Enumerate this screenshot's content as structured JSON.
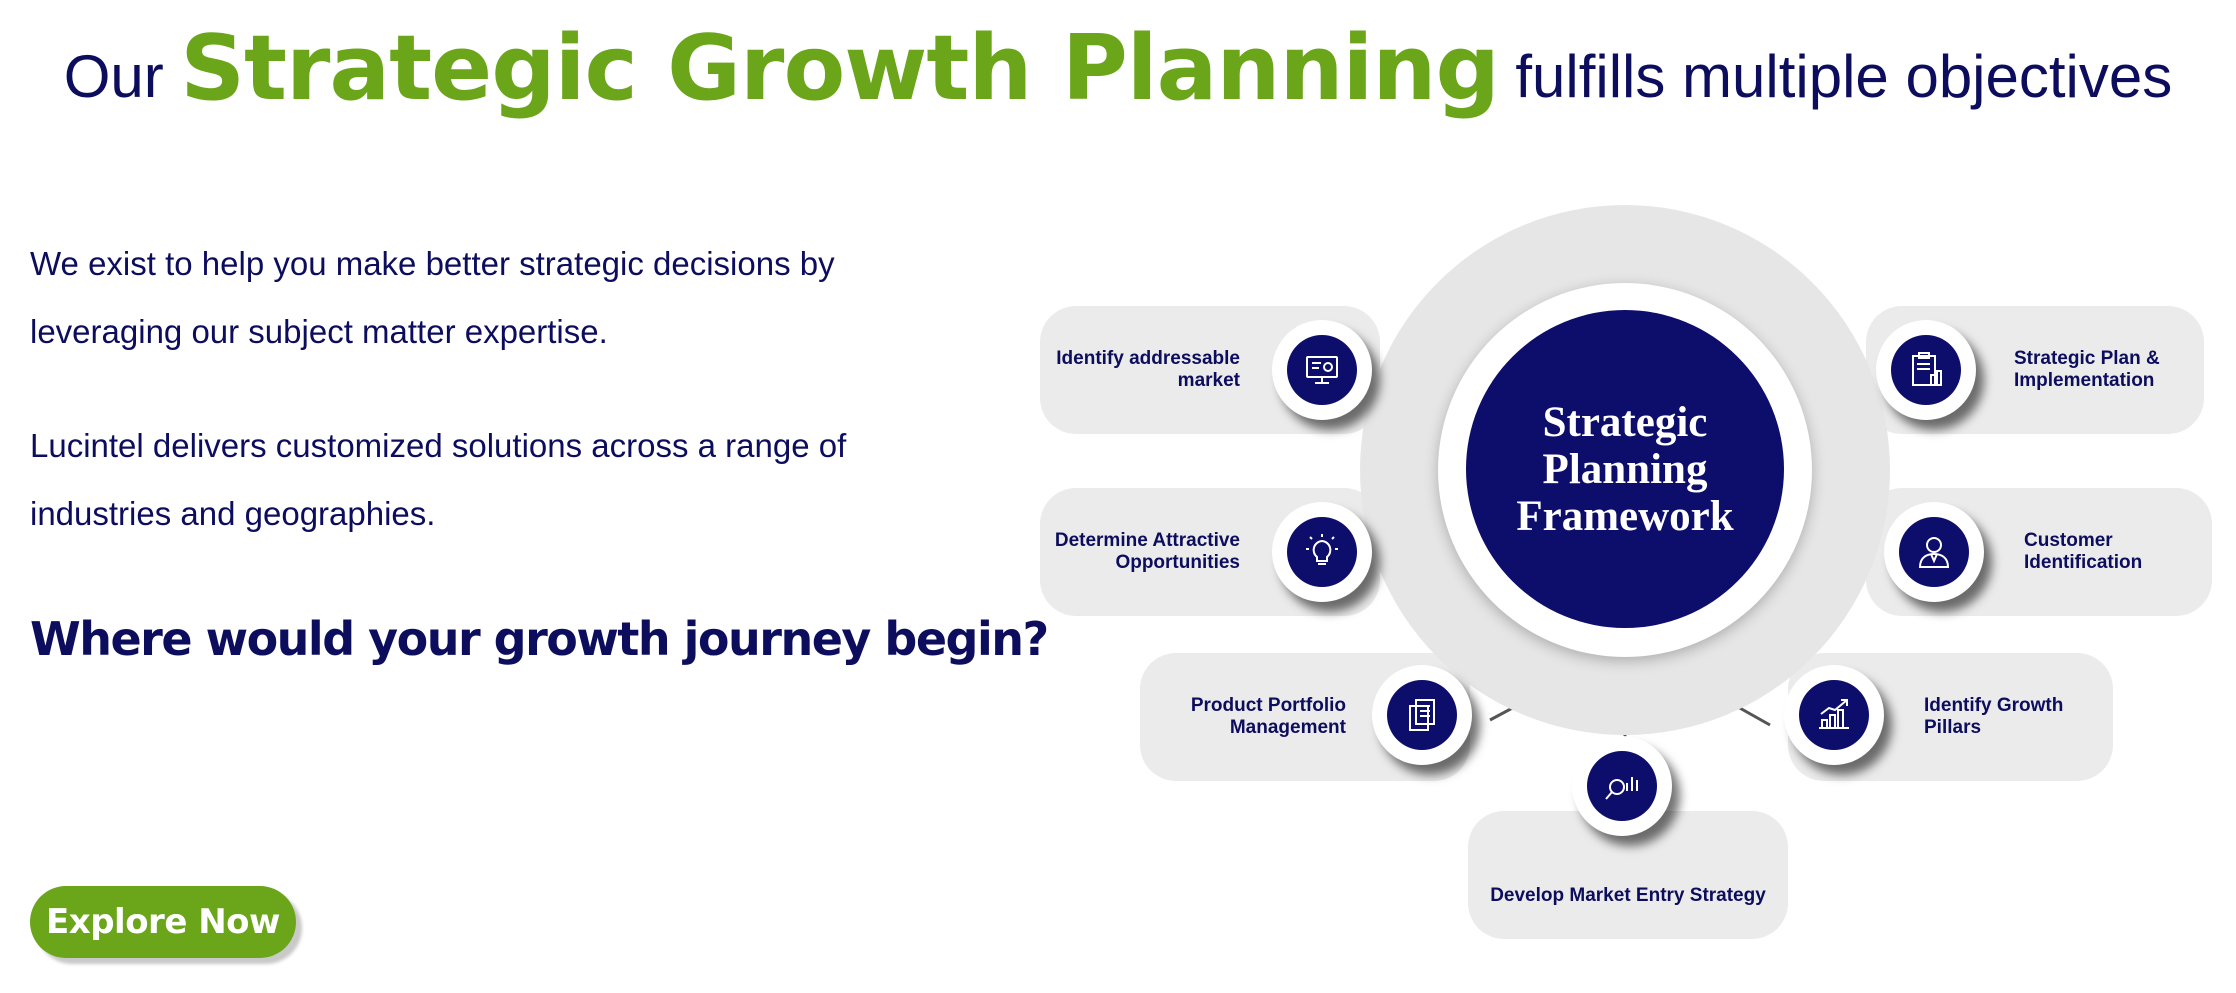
{
  "heading": {
    "prefix": "Our",
    "highlight": "Strategic Growth Planning",
    "suffix": "fulfills multiple objectives"
  },
  "intro": {
    "paragraph1": "We exist to help you make better strategic decisions by leveraging our subject matter expertise.",
    "paragraph2": "Lucintel delivers customized solutions across a range of industries and geographies.",
    "question": "Where would your growth journey begin?"
  },
  "cta": {
    "label": "Explore Now"
  },
  "framework": {
    "center_title": "Strategic Planning Framework",
    "items": [
      {
        "label": "Identify addressable market",
        "icon": "monitor-chart-icon"
      },
      {
        "label": "Determine Attractive Opportunities",
        "icon": "lightbulb-icon"
      },
      {
        "label": "Product Portfolio Management",
        "icon": "documents-icon"
      },
      {
        "label": "Develop Market Entry Strategy",
        "icon": "magnifier-chart-icon"
      },
      {
        "label": "Identify Growth Pillars",
        "icon": "growth-chart-icon"
      },
      {
        "label": "Customer Identification",
        "icon": "person-icon"
      },
      {
        "label": "Strategic Plan & Implementation",
        "icon": "clipboard-chart-icon"
      }
    ]
  },
  "colors": {
    "navy": "#0d0d5e",
    "green": "#6aa51a",
    "pill": "#ebebeb"
  }
}
